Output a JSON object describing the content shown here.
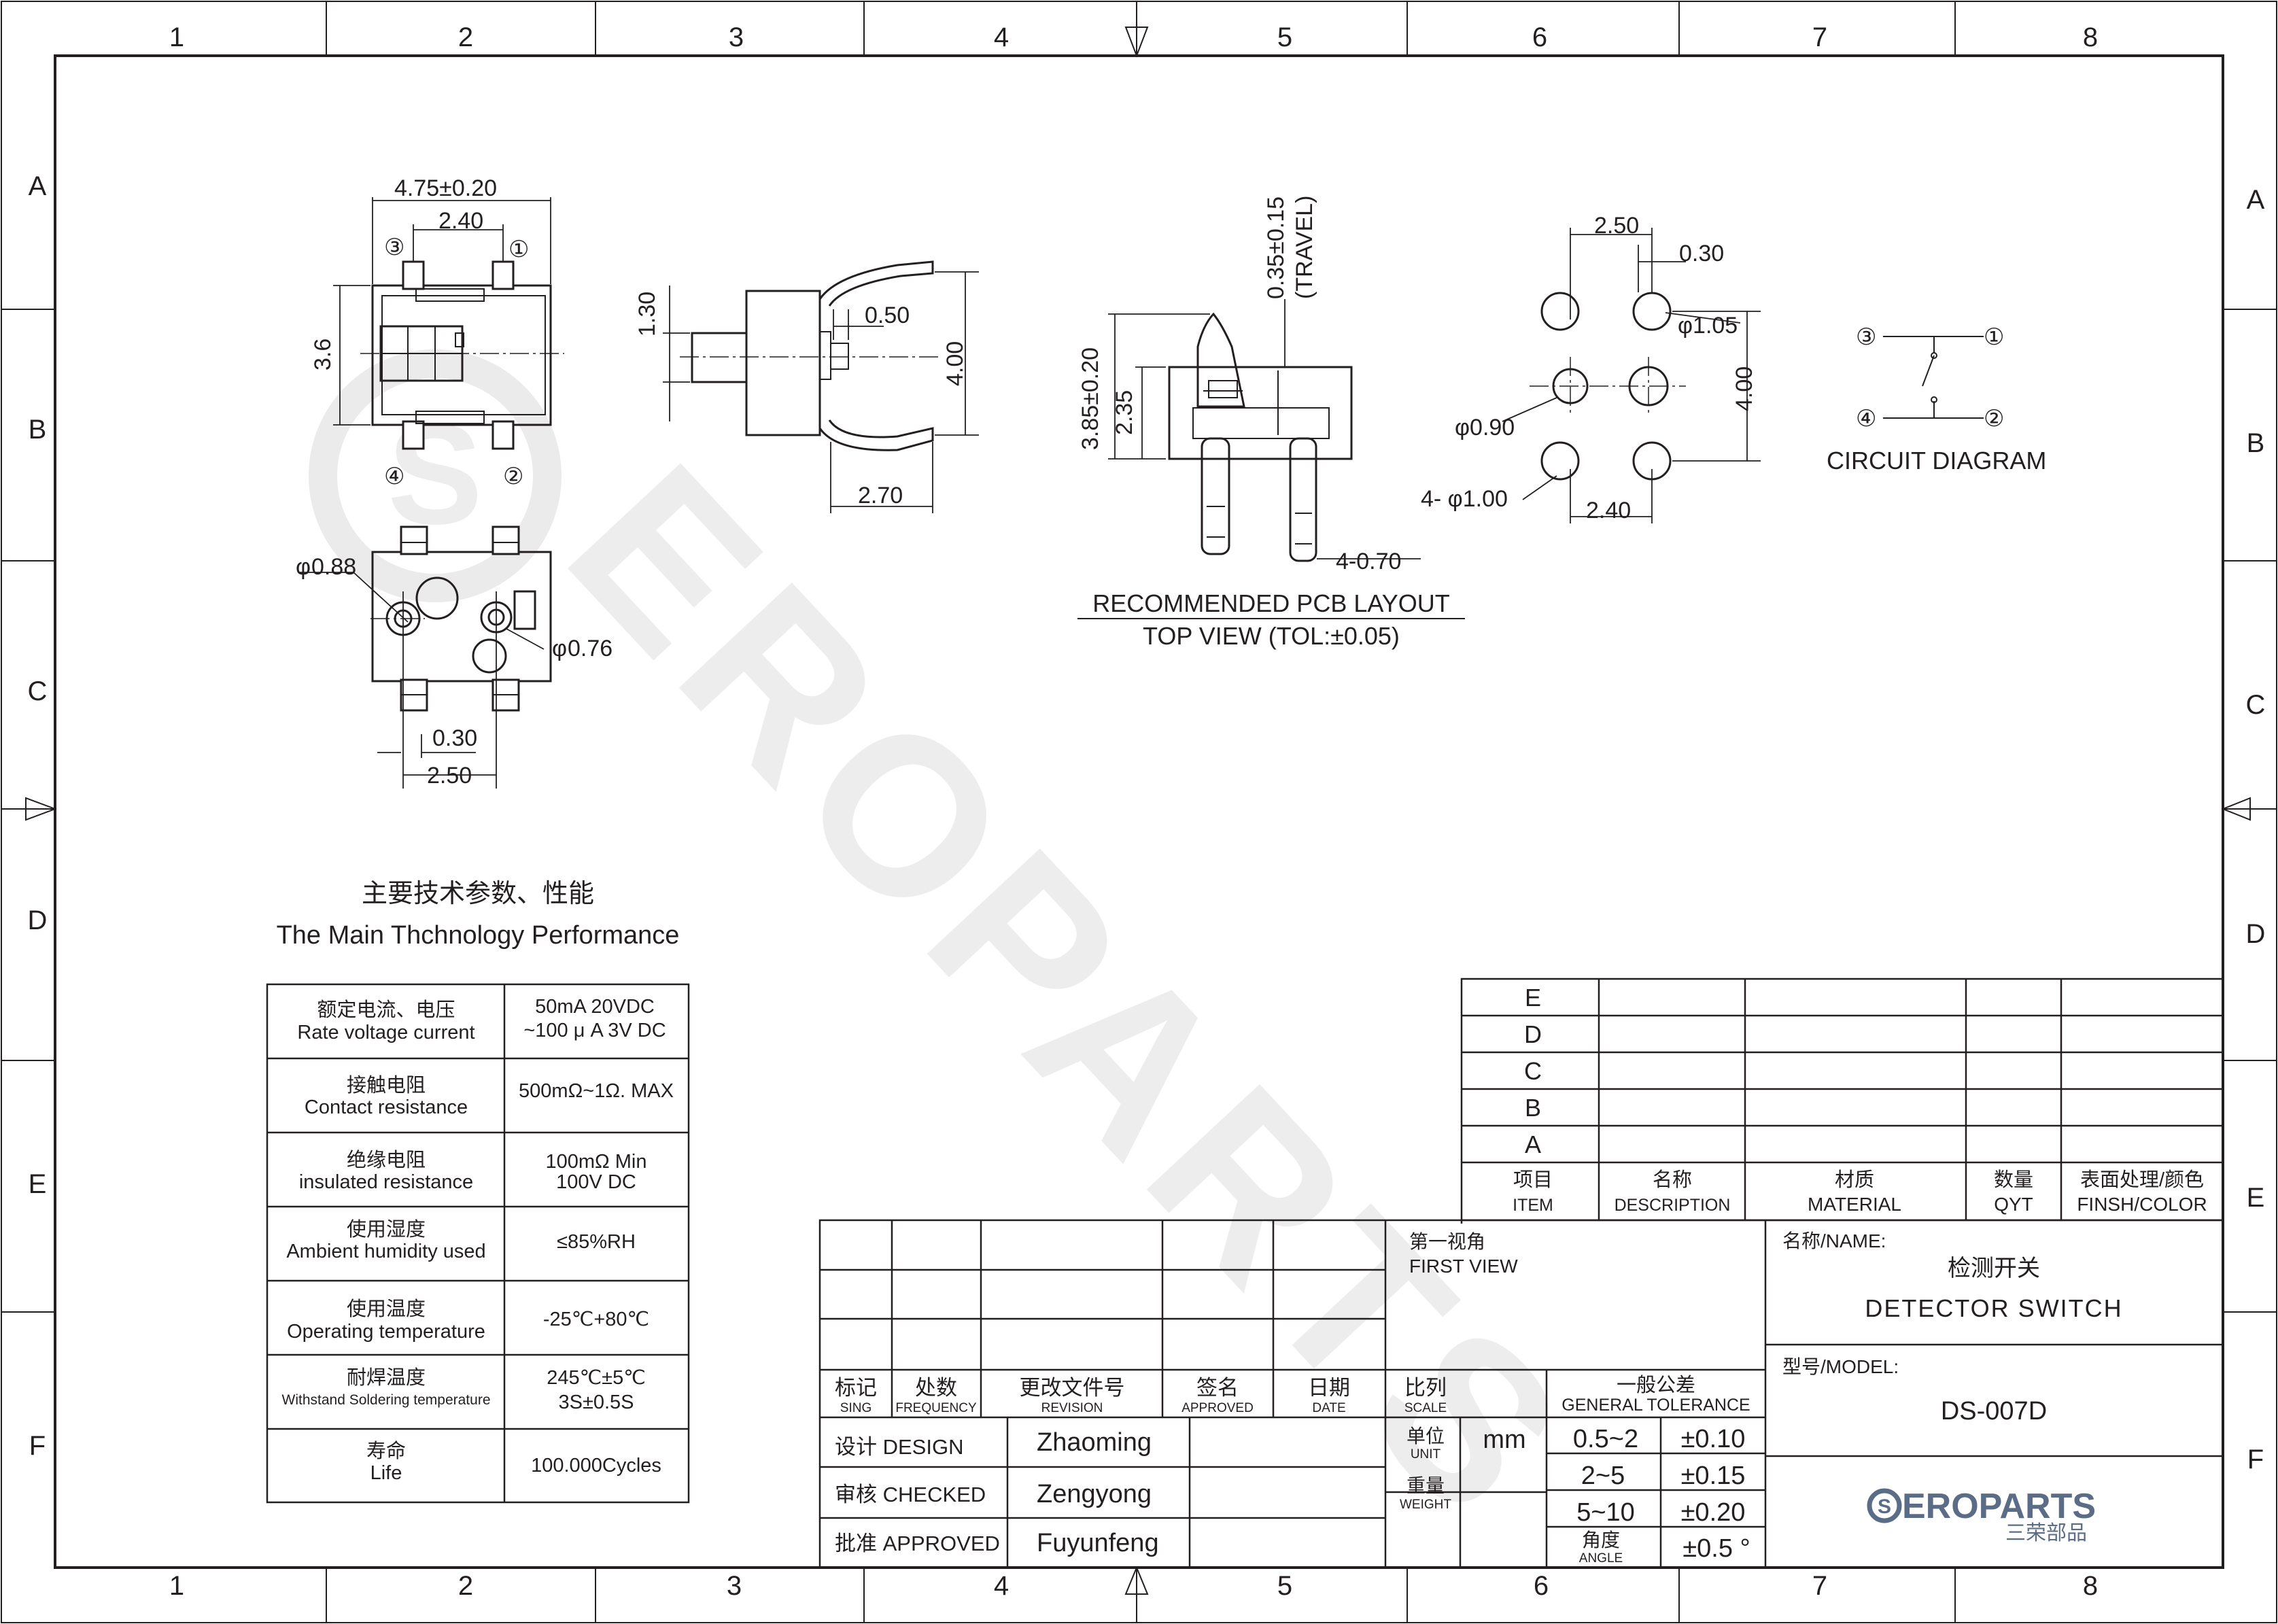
{
  "frame": {
    "columns": [
      "1",
      "2",
      "3",
      "4",
      "5",
      "6",
      "7",
      "8"
    ],
    "rows": [
      "A",
      "B",
      "C",
      "D",
      "E",
      "F"
    ]
  },
  "watermark": "EROPARTS",
  "top_view": {
    "dims": [
      "4.75±0.20",
      "2.40",
      "3.6",
      "0.88",
      "0.76",
      "0.30",
      "2.50"
    ],
    "pins": [
      "③",
      "①",
      "④",
      "②"
    ],
    "phi": "φ"
  },
  "side_view": {
    "dims": [
      "1.30",
      "0.50",
      "4.00",
      "2.70"
    ]
  },
  "front_view": {
    "dims": [
      "0.35±0.15",
      "(TRAVEL)",
      "3.85±0.20",
      "2.35",
      "4-0.70"
    ]
  },
  "pcb_layout": {
    "dims": [
      "2.50",
      "0.30",
      "φ1.05",
      "φ0.90",
      "4.00",
      "4- φ1.00",
      "2.40"
    ],
    "title": "RECOMMENDED PCB LAYOUT",
    "subtitle": "TOP VIEW (TOL:±0.05)"
  },
  "circuit": {
    "pins": [
      "③",
      "①",
      "④",
      "②"
    ],
    "label": "CIRCUIT DIAGRAM"
  },
  "spec": {
    "title_cn": "主要技术参数、性能",
    "title_en": "The Main Thchnology Performance",
    "rows": [
      {
        "cn": "额定电流、电压",
        "en": "Rate voltage current",
        "v1": "50mA   20VDC",
        "v2": "~100 μ A 3V DC"
      },
      {
        "cn": "接触电阻",
        "en": "Contact resistance",
        "v1": "500mΩ~1Ω. MAX",
        "v2": ""
      },
      {
        "cn": "绝缘电阻",
        "en": "insulated resistance",
        "v1": "100mΩ  Min",
        "v2": "100V DC"
      },
      {
        "cn": "使用湿度",
        "en": "Ambient humidity used",
        "v1": "≤85%RH",
        "v2": ""
      },
      {
        "cn": "使用温度",
        "en": "Operating temperature",
        "v1": "-25℃+80℃",
        "v2": ""
      },
      {
        "cn": "耐焊温度",
        "en": "Withstand Soldering temperature",
        "v1": "245℃±5℃",
        "v2": "3S±0.5S"
      },
      {
        "cn": "寿命",
        "en": "Life",
        "v1": "100.000Cycles",
        "v2": ""
      }
    ]
  },
  "parts_list": {
    "rows": [
      "E",
      "D",
      "C",
      "B",
      "A"
    ],
    "headers": [
      {
        "cn": "项目",
        "en": "ITEM"
      },
      {
        "cn": "名称",
        "en": "DESCRIPTION"
      },
      {
        "cn": "材质",
        "en": "MATERIAL"
      },
      {
        "cn": "数量",
        "en": "QYT"
      },
      {
        "cn": "表面处理/颜色",
        "en": "FINSH/COLOR"
      }
    ]
  },
  "title_block": {
    "revision_headers": [
      {
        "cn": "标记",
        "en": "SING"
      },
      {
        "cn": "处数",
        "en": "FREQUENCY"
      },
      {
        "cn": "更改文件号",
        "en": "REVISION"
      },
      {
        "cn": "签名",
        "en": "APPROVED"
      },
      {
        "cn": "日期",
        "en": "DATE"
      }
    ],
    "people": [
      {
        "role": "设计 DESIGN",
        "name": "Zhaoming"
      },
      {
        "role": "审核 CHECKED",
        "name": "Zengyong"
      },
      {
        "role": "批准 APPROVED",
        "name": "Fuyunfeng"
      }
    ],
    "first_view_cn": "第一视角",
    "first_view_en": "FIRST VIEW",
    "scale": {
      "cn": "比列",
      "en": "SCALE"
    },
    "unit": {
      "cn": "单位",
      "en": "UNIT",
      "value": "mm"
    },
    "weight": {
      "cn": "重量",
      "en": "WEIGHT"
    },
    "tolerance": {
      "title_cn": "一般公差",
      "title_en": "GENERAL TOLERANCE",
      "rows": [
        {
          "range": "0.5~2",
          "tol": "±0.10"
        },
        {
          "range": "2~5",
          "tol": "±0.15"
        },
        {
          "range": "5~10",
          "tol": "±0.20"
        }
      ],
      "angle_cn": "角度",
      "angle_en": "ANGLE",
      "angle_tol": "±0.5 °"
    },
    "name_label": "名称/NAME:",
    "name_cn": "检测开关",
    "name_en": "DETECTOR  SWITCH",
    "model_label": "型号/MODEL:",
    "model": "DS-007D",
    "logo_text": "EROPARTS",
    "logo_cn": "三荣部品"
  }
}
